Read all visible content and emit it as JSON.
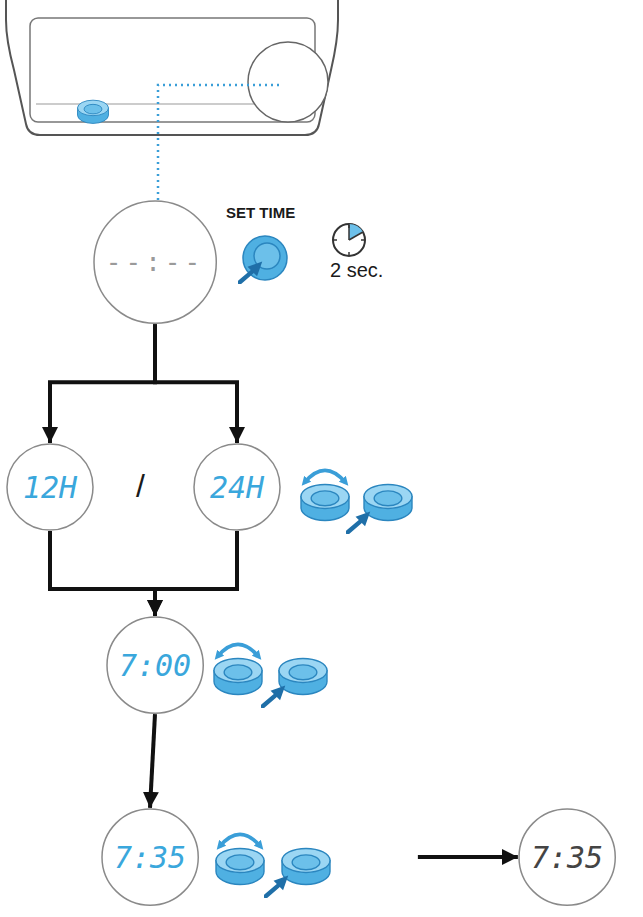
{
  "diagram": {
    "nodes": [
      {
        "text": [
          "--:--"
        ]
      },
      {
        "text": [
          "12H"
        ]
      },
      {
        "text": [
          "24H"
        ]
      },
      {
        "text": [
          "7:00"
        ]
      },
      {
        "text": [
          "7:35"
        ]
      },
      {
        "text": [
          "7:35"
        ]
      }
    ],
    "edges": [
      {
        "from": 0,
        "to": 1,
        "arrow": "to"
      },
      {
        "from": 0,
        "to": 2,
        "arrow": "to"
      },
      {
        "from": 1,
        "to": 3,
        "arrow": "to"
      },
      {
        "from": 2,
        "to": 3,
        "arrow": "to"
      },
      {
        "from": 3,
        "to": 4,
        "arrow": "to"
      },
      {
        "from": 4,
        "to": 5,
        "arrow": "to"
      }
    ],
    "labels": [
      "SET TIME",
      "2 sec.",
      "/"
    ]
  }
}
